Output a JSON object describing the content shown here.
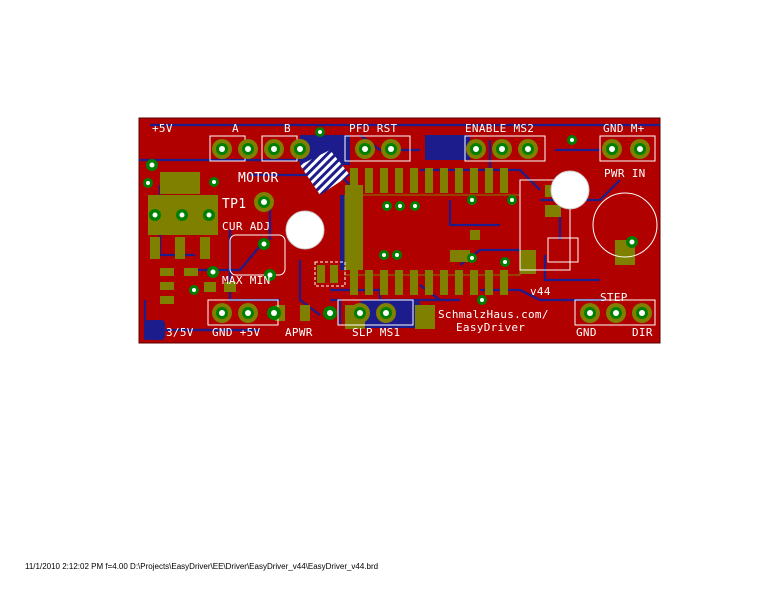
{
  "colors": {
    "board": "#b00000",
    "pad": "#7f7f00",
    "copper_bottom": "#1c1c8c",
    "pad_hole_ring": "#008000",
    "silk": "#ffffff"
  },
  "silkscreen": {
    "plus5v": "+5V",
    "a": "A",
    "b": "B",
    "pfd_rst": "PFD RST",
    "enable_ms2": "ENABLE MS2",
    "gnd_mplus": "GND  M+",
    "motor": "MOTOR",
    "tp1": "TP1",
    "cur_adj": "CUR ADJ",
    "max_min": "MAX  MIN",
    "pwr_in": "PWR IN",
    "v44": "v44",
    "step": "STEP",
    "url_line1": "SchmalzHaus.com/",
    "url_line2": "EasyDriver",
    "three_five_v": "3/5V",
    "gnd_plus5v": "GND +5V",
    "apwr": "APWR",
    "slp_ms1": "SLP MS1",
    "gnd": "GND",
    "dir": "DIR"
  },
  "footer": {
    "text": "11/1/2010 2:12:02 PM  f=4.00  D:\\Projects\\EasyDriver\\EE\\Driver\\EasyDriver_v44\\EasyDriver_v44.brd"
  }
}
